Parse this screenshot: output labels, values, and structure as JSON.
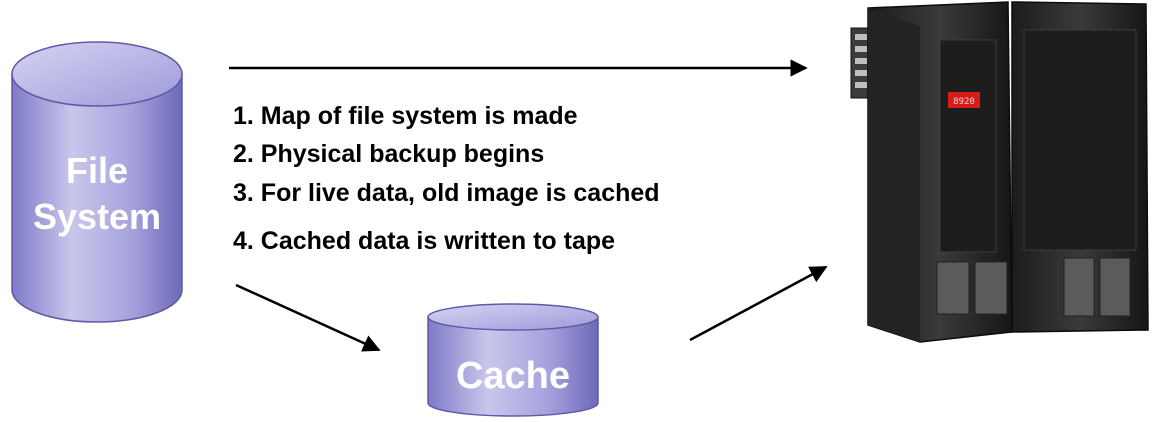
{
  "file_system": {
    "label_line1": "File",
    "label_line2": "System"
  },
  "cache": {
    "label": "Cache"
  },
  "steps": [
    "1. Map of file system is made",
    "2. Physical backup begins",
    "3. For live data, old image is cached",
    "4. Cached data is written to tape"
  ],
  "tape_library": {
    "display_text": "8920"
  },
  "colors": {
    "cylinder_light": "#c9c6ec",
    "cylinder_mid": "#9a96d8",
    "cylinder_dark": "#6e69b8",
    "cylinder_top": "#b5b1e6",
    "arrow": "#000000",
    "text": "#000000",
    "library_body": "#2b2b2b",
    "display_red": "#d81c1c"
  },
  "icons": {
    "file_system": "database-cylinder-icon",
    "cache": "database-cylinder-icon",
    "tape_library": "tape-library-icon"
  }
}
